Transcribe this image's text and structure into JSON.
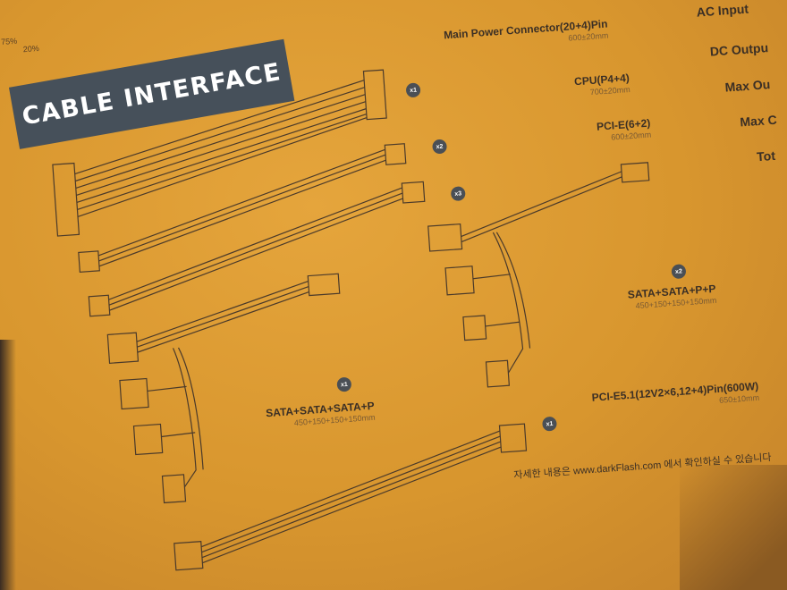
{
  "section_title": "CABLE INTERFACE",
  "top_axis": {
    "left": "75%",
    "mid": "20%"
  },
  "cables": [
    {
      "name": "Main Power Connector(20+4)Pin",
      "length": "600±20mm",
      "count": "x1"
    },
    {
      "name": "CPU(P4+4)",
      "length": "700±20mm",
      "count": "x2"
    },
    {
      "name": "PCI-E(6+2)",
      "length": "600±20mm",
      "count": "x3"
    },
    {
      "name": "SATA+SATA+P+P",
      "length": "450+150+150+150mm",
      "count": "x2"
    },
    {
      "name": "SATA+SATA+SATA+P",
      "length": "450+150+150+150mm",
      "count": "x1"
    },
    {
      "name": "PCI-E5.1(12V2×6,12+4)Pin(600W)",
      "length": "650±10mm",
      "count": "x1"
    }
  ],
  "spec_labels": [
    "AC Input",
    "DC Outpu",
    "Max Ou",
    "Max C",
    "Tot"
  ],
  "footer_note": "자세한 내용은 www.darkFlash.com 에서 확인하실 수 있습니다",
  "colors": {
    "card": "#d9972f",
    "ink": "#3b2f25",
    "banner": "#46505a"
  }
}
